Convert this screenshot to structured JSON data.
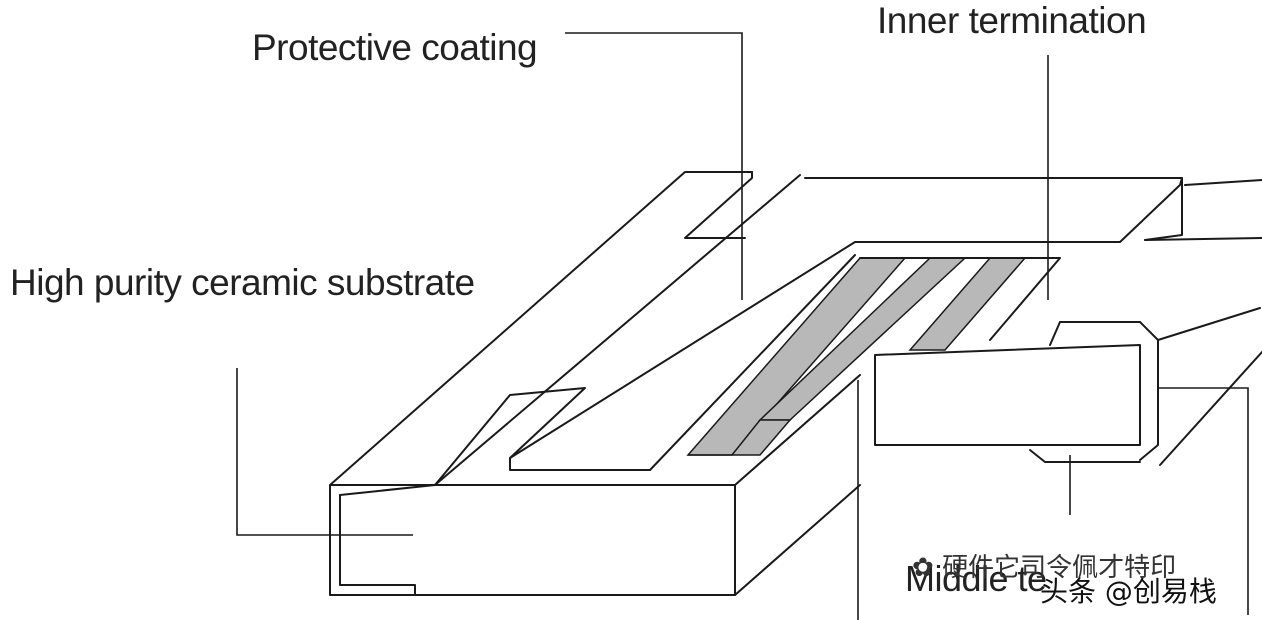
{
  "labels": {
    "protective_coating": "Protective coating",
    "inner_termination": "Inner termination",
    "ceramic_substrate": "High purity ceramic substrate",
    "middle_termination": "Middle te"
  },
  "watermark": {
    "account": "硬件它司令佩才特印",
    "platform": "头条 @创易栈"
  },
  "colors": {
    "line": "#1a1a1a",
    "resistor_film": "#b8b8b8",
    "background": "#ffffff"
  }
}
